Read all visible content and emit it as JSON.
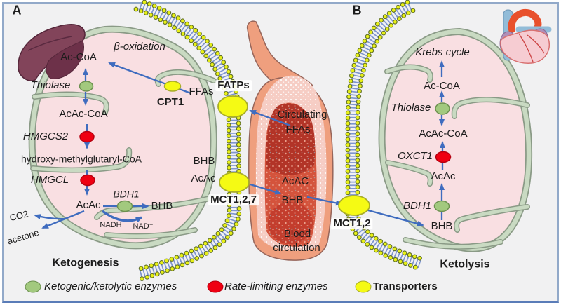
{
  "figure": {
    "panel_a": {
      "label": "A",
      "title": "Ketogenesis",
      "beta_oxidation": "β-oxidation",
      "ac_coa": "Ac-CoA",
      "thiolase": "Thiolase",
      "acac_coa": "AcAc-CoA",
      "hmgcs2": "HMGCS2",
      "hmg_coa": "hydroxy-methylglutaryl-CoA",
      "hmgcl": "HMGCL",
      "acac": "AcAc",
      "bdh1": "BDH1",
      "bhb": "BHB",
      "nadh": "NADH",
      "nad_plus": "NAD⁺",
      "co2": "CO2",
      "acetone": "acetone",
      "ffas": "FFAs",
      "cpt1": "CPT1"
    },
    "transport": {
      "fatps": "FATPs",
      "bhb": "BHB",
      "acac": "AcAc",
      "mct127": "MCT1,2,7",
      "circulating_1": "Circulating",
      "circulating_2": "FFAs",
      "vessel_acac": "AcAC",
      "vessel_bhb": "BHB",
      "blood_1": "Blood",
      "blood_2": "circulation",
      "mct12": "MCT1,2"
    },
    "panel_b": {
      "label": "B",
      "title": "Ketolysis",
      "krebs_cycle": "Krebs cycle",
      "ac_coa": "Ac-CoA",
      "thiolase": "Thiolase",
      "acac_coa": "AcAc-CoA",
      "oxct1": "OXCT1",
      "acac": "AcAc",
      "bdh1": "BDH1",
      "bhb": "BHB"
    },
    "legend": {
      "ketogenic": "Ketogenic/ketolytic enzymes",
      "rate_limiting": "Rate-limiting enzymes",
      "transporters": "Transporters"
    },
    "colors": {
      "enzyme_green": "#a2c97e",
      "rate_limiting_red": "#ef0012",
      "transporter_yellow": "#f5fa14",
      "arrow_blue": "#3f6cbf",
      "membrane_blue": "#7e95cf",
      "membrane_bead_yellow": "#e8f016",
      "mitochondria_fill": "#f9dfe2",
      "mitochondria_border": "#c9dac2",
      "vessel_wall": "#ef9f7e",
      "vessel_lumen": "#d4533c",
      "background": "#f1f1f2",
      "frame_border": "#92a9c9"
    }
  }
}
